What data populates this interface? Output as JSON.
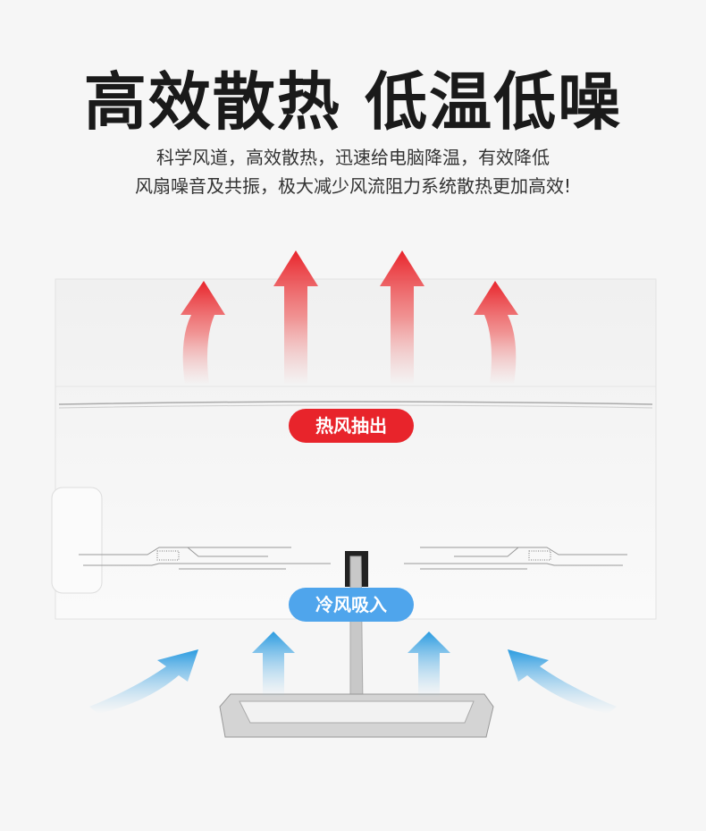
{
  "headline": "高效散热 低温低噪",
  "subtitle_line1": "科学风道，高效散热，迅速给电脑降温，有效降低",
  "subtitle_line2": "风扇噪音及共振，极大减少风流阻力系统散热更加高效!",
  "hot_label": "热风抽出",
  "cold_label": "冷风吸入",
  "colors": {
    "hot": "#e8242b",
    "cold": "#4fa5ec"
  }
}
